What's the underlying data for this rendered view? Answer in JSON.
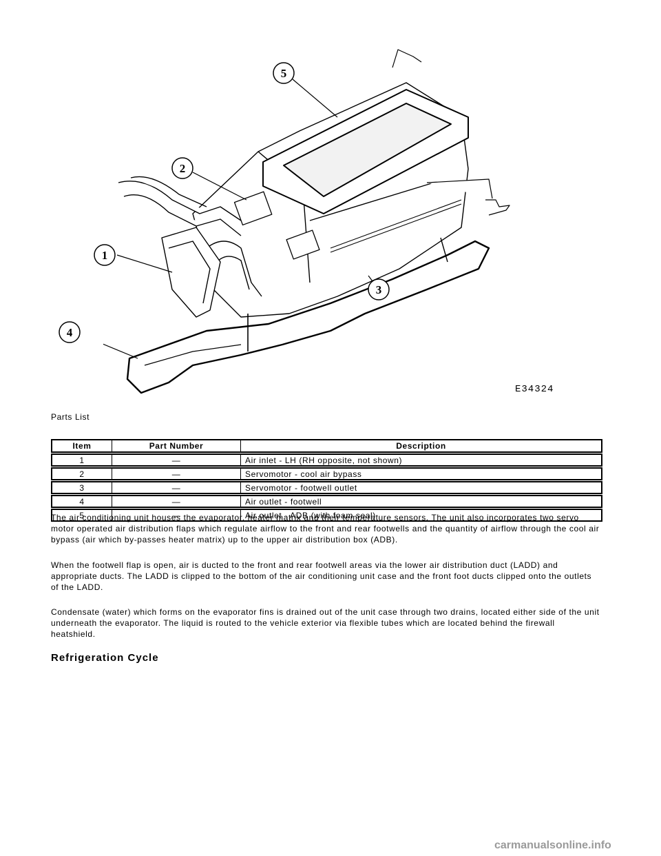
{
  "figure": {
    "code": "E34324",
    "callouts": [
      "1",
      "2",
      "3",
      "4",
      "5"
    ]
  },
  "parts_list": {
    "caption": "Parts List",
    "columns": [
      "Item",
      "Part Number",
      "Description"
    ],
    "rows": [
      {
        "item": "1",
        "part_number": "—",
        "description": "Air inlet - LH (RH opposite, not shown)"
      },
      {
        "item": "2",
        "part_number": "—",
        "description": "Servomotor - cool air bypass"
      },
      {
        "item": "3",
        "part_number": "—",
        "description": "Servomotor - footwell outlet"
      },
      {
        "item": "4",
        "part_number": "—",
        "description": "Air outlet - footwell"
      },
      {
        "item": "5",
        "part_number": "—",
        "description": "Air outlet - ADB (with foam seal)"
      }
    ]
  },
  "paragraphs": [
    "The air conditioning unit houses the evaporator, heater matrix and their temperature sensors. The unit also incorporates two servo motor operated air distribution flaps which regulate airflow to the front and rear footwells and the quantity of airflow through the cool air bypass (air which by-passes heater matrix) up to the upper air distribution box (ADB).",
    "When the footwell flap is open, air is ducted to the front and rear footwell areas via the lower air distribution duct (LADD) and appropriate ducts. The LADD is clipped to the bottom of the air conditioning unit case and the front foot ducts clipped onto the outlets of the LADD.",
    "Condensate (water) which forms on the evaporator fins is drained out of the unit case through two drains, located either side of the unit underneath the evaporator. The liquid is routed to the vehicle exterior via flexible tubes which are located behind the firewall heatshield."
  ],
  "section_heading": "Refrigeration Cycle",
  "watermark": "carmanualsonline.info"
}
